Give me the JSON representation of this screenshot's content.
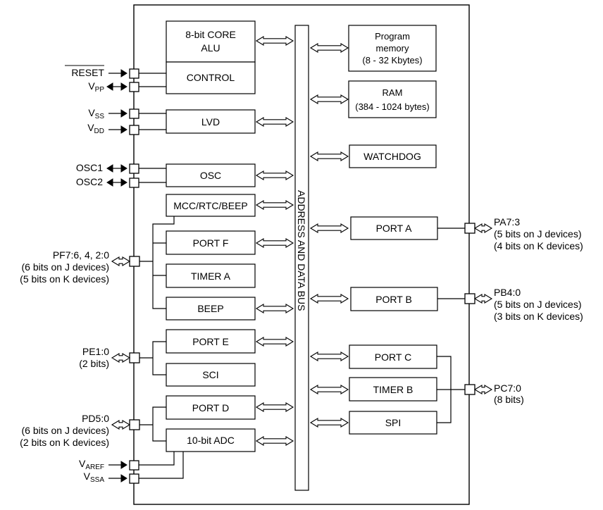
{
  "blocks": {
    "core_alu": [
      "8-bit CORE",
      "ALU"
    ],
    "control": "CONTROL",
    "lvd": "LVD",
    "osc": "OSC",
    "mcc": "MCC/RTC/BEEP",
    "port_f": "PORT F",
    "timer_a": "TIMER A",
    "beep": "BEEP",
    "port_e": "PORT E",
    "sci": "SCI",
    "port_d": "PORT D",
    "adc": "10-bit ADC",
    "program_memory": [
      "Program",
      "memory",
      "(8 - 32 Kbytes)"
    ],
    "ram": [
      "RAM",
      "(384 - 1024 bytes)"
    ],
    "watchdog": "WATCHDOG",
    "port_a": "PORT A",
    "port_b": "PORT B",
    "port_c": "PORT C",
    "timer_b": "TIMER B",
    "spi": "SPI",
    "bus": "ADDRESS AND DATA BUS"
  },
  "pins_left": {
    "reset": "RESET",
    "vpp": {
      "main": "V",
      "sub": "PP"
    },
    "vss": {
      "main": "V",
      "sub": "SS"
    },
    "vdd": {
      "main": "V",
      "sub": "DD"
    },
    "osc1": "OSC1",
    "osc2": "OSC2",
    "pf": [
      "PF7:6, 4, 2:0",
      "(6 bits on J devices)",
      "(5 bits on K devices)"
    ],
    "pe": [
      "PE1:0",
      "(2 bits)"
    ],
    "pd": [
      "PD5:0",
      "(6 bits on J devices)",
      "(2 bits on K devices)"
    ],
    "varef": {
      "main": "V",
      "sub": "AREF"
    },
    "vssa": {
      "main": "V",
      "sub": "SSA"
    }
  },
  "pins_right": {
    "pa": [
      "PA7:3",
      "(5 bits on J devices)",
      "(4 bits on K devices)"
    ],
    "pb": [
      "PB4:0",
      "(5 bits on J devices)",
      "(3 bits on K devices)"
    ],
    "pc": [
      "PC7:0",
      "(8 bits)"
    ]
  }
}
